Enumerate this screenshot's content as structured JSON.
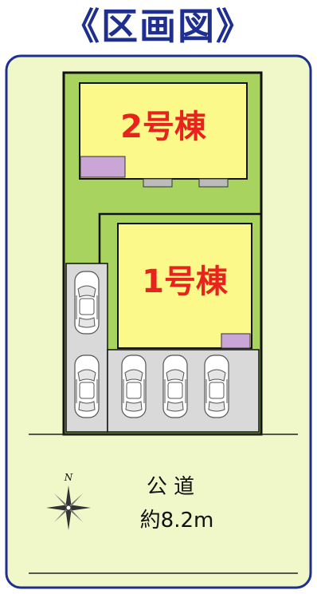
{
  "title": "《区画図》",
  "buildings": [
    {
      "label": "2号棟"
    },
    {
      "label": "1号棟"
    }
  ],
  "road": {
    "name": "公 道",
    "width": "約8.2m"
  },
  "compass": {
    "north_label": "N"
  },
  "colors": {
    "frame": "#1f2f8f",
    "ground": "#f0f7c8",
    "lot_green": "#a9d35f",
    "building": "#fbf98a",
    "parking": "#d9d9d9",
    "porch": "#c9a6d6",
    "label_red": "#e8231d"
  }
}
